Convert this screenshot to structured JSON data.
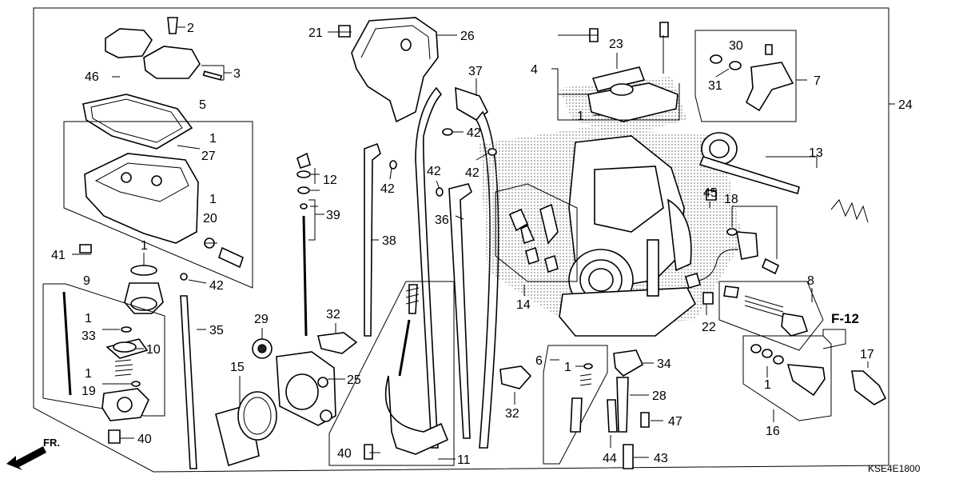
{
  "diagram_code": "KSE4E1800",
  "reference": "F-12",
  "direction": "FR.",
  "callouts": {
    "c1a": "1",
    "c1b": "1",
    "c1c": "1",
    "c1d": "1",
    "c1e": "1",
    "c1f": "1",
    "c1g": "1",
    "c1h": "1",
    "c2": "2",
    "c3": "3",
    "c4": "4",
    "c5": "5",
    "c6": "6",
    "c7": "7",
    "c8": "8",
    "c9": "9",
    "c10": "10",
    "c11": "11",
    "c12": "12",
    "c13": "13",
    "c14": "14",
    "c15": "15",
    "c16": "16",
    "c17": "17",
    "c18": "18",
    "c19": "19",
    "c20": "20",
    "c21": "21",
    "c22": "22",
    "c23": "23",
    "c24": "24",
    "c25": "25",
    "c26": "26",
    "c27": "27",
    "c28": "28",
    "c29": "29",
    "c30": "30",
    "c31": "31",
    "c32a": "32",
    "c32b": "32",
    "c33": "33",
    "c34": "34",
    "c35": "35",
    "c36": "36",
    "c37": "37",
    "c38": "38",
    "c39": "39",
    "c40a": "40",
    "c40b": "40",
    "c41": "41",
    "c42a": "42",
    "c42b": "42",
    "c42c": "42",
    "c42d": "42",
    "c42e": "42",
    "c43": "43",
    "c44": "44",
    "c45": "45",
    "c46": "46",
    "c47": "47"
  }
}
